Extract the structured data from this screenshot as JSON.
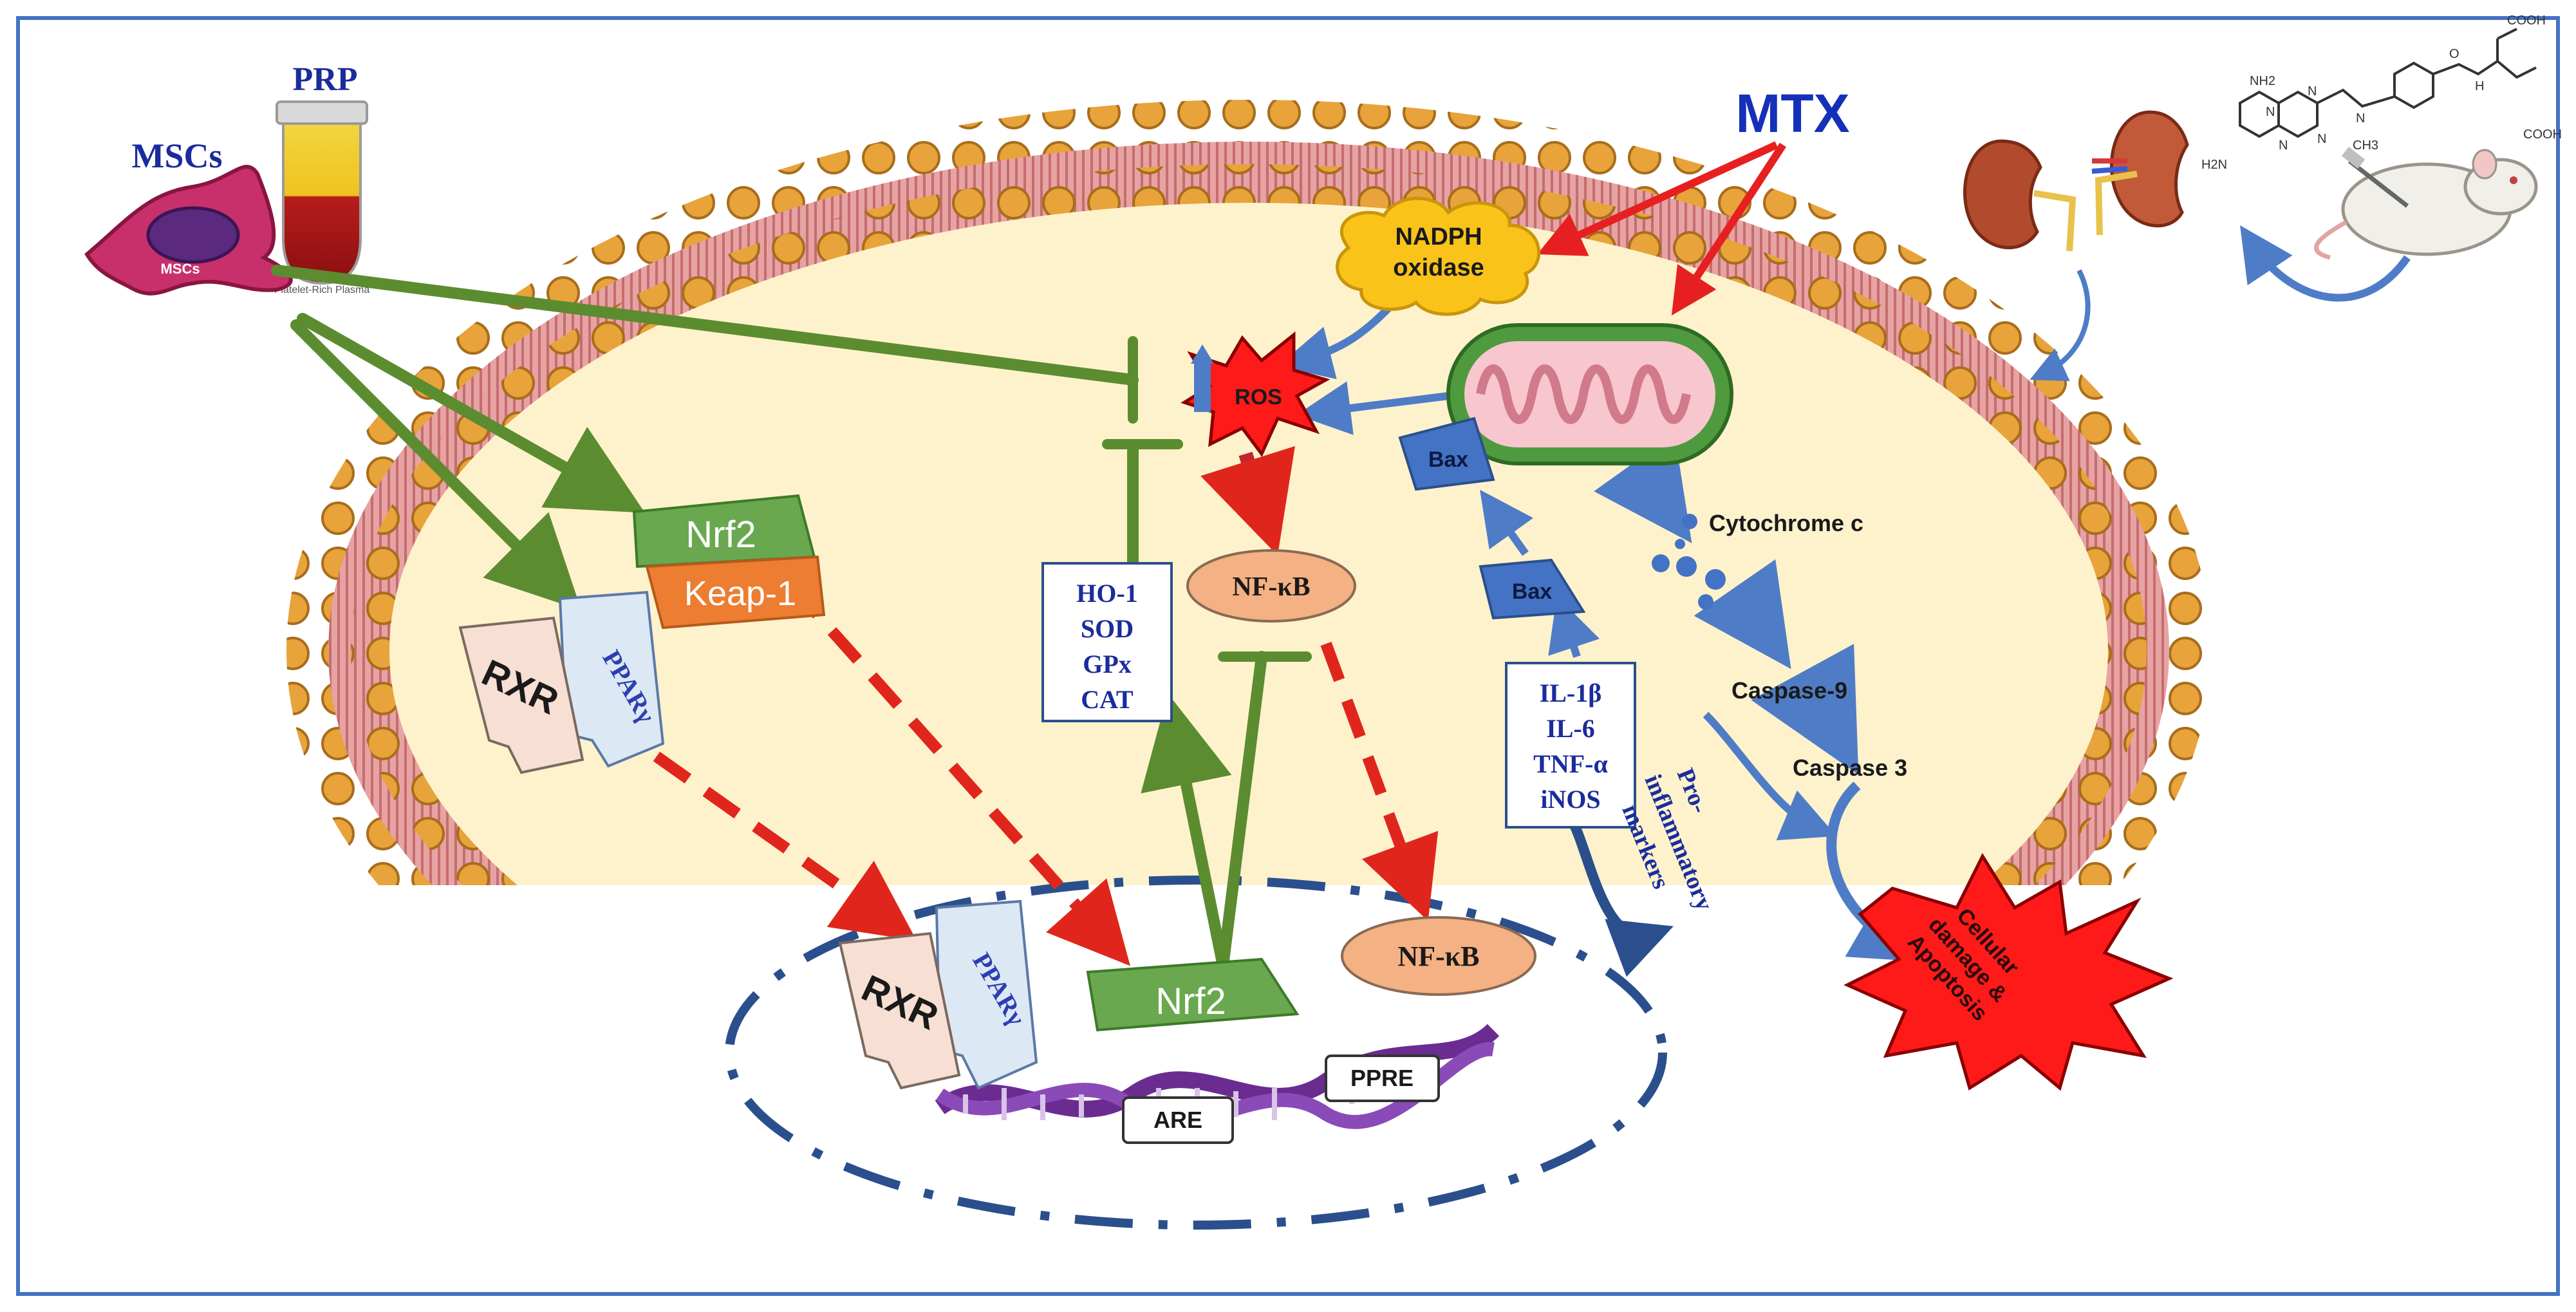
{
  "labels": {
    "prp": "PRP",
    "mscs": "MSCs",
    "mscs_cell": "MSCs",
    "tube_text": "Platelet-Rich Plasma",
    "mtx": "MTX",
    "nadph_line1": "NADPH",
    "nadph_line2": "oxidase",
    "ros": "ROS",
    "nrf2_cyto": "Nrf2",
    "keap1": "Keap-1",
    "rxr_cyto": "RXR",
    "ppar_cyto": "PPARγ",
    "nfkb_cyto": "NF-κB",
    "bax_top": "Bax",
    "bax_mid": "Bax",
    "cytochrome": "Cytochrome c",
    "caspase9": "Caspase-9",
    "caspase3": "Caspase 3",
    "antiox": [
      "HO-1",
      "SOD",
      "GPx",
      "CAT"
    ],
    "inflam": [
      "IL-1β",
      "IL-6",
      "TNF-α",
      "iNOS"
    ],
    "proinflam": [
      "Pro-",
      "inflammatory",
      "markers"
    ],
    "damage": [
      "Cellular",
      "damage &",
      "Apoptosis"
    ],
    "rxr_nuc": "RXR",
    "ppar_nuc": "PPARγ",
    "nrf2_nuc": "Nrf2",
    "nfkb_nuc": "NF-κB",
    "are": "ARE",
    "ppre": "PPRE",
    "drug_atoms": [
      "NH2",
      "H2N",
      "N",
      "N",
      "N",
      "N",
      "N",
      "CH3",
      "O",
      "H",
      "COOH",
      "COOH"
    ]
  },
  "colors": {
    "frame": "#4472c4",
    "cytoplasm": "#fdf2cc",
    "membrane_head": "#e8a33a",
    "membrane_tail": "#d98a8a",
    "green_arrow": "#5b8c2f",
    "red_dash": "#e0261c",
    "blue_arrow": "#4f7cc6",
    "nucleus_border": "#2b4f8c",
    "text_blue": "#1a2c9c",
    "nrf2_green": "#6aa84f",
    "keap1_orange": "#ed7d31",
    "nfkb_fill": "#f4b183",
    "bax_fill": "#4472c4",
    "ros_red": "#ff1a1a",
    "nadph_yellow": "#f9c31a",
    "mito_outer": "#4f9a3e",
    "mito_inner": "#f7c6cf",
    "dna_purple": "#6a2c91",
    "kidney": "#b24a2d",
    "mtx_blue": "#1530b8"
  }
}
